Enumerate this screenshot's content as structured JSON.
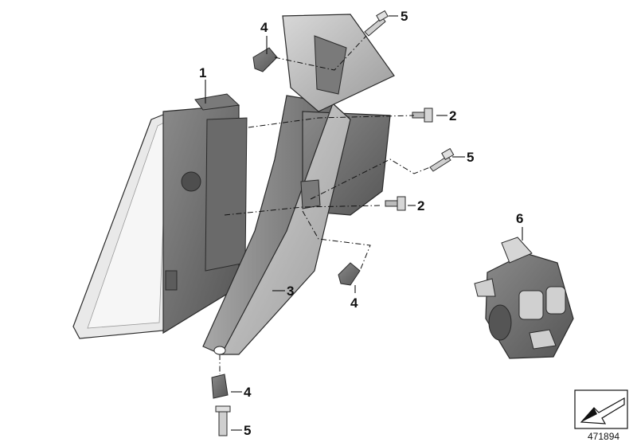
{
  "diagram": {
    "id_number": "471894",
    "callouts": [
      {
        "key": "c1",
        "text": "1"
      },
      {
        "key": "c2a",
        "text": "2"
      },
      {
        "key": "c2b",
        "text": "2"
      },
      {
        "key": "c3",
        "text": "3"
      },
      {
        "key": "c4a",
        "text": "4"
      },
      {
        "key": "c4b",
        "text": "4"
      },
      {
        "key": "c4c",
        "text": "4"
      },
      {
        "key": "c5a",
        "text": "5"
      },
      {
        "key": "c5b",
        "text": "5"
      },
      {
        "key": "c5c",
        "text": "5"
      },
      {
        "key": "c6",
        "text": "6"
      }
    ],
    "colors": {
      "part_dark": "#6e6e6e",
      "part_mid": "#8e8e8e",
      "part_light": "#bdbdbd",
      "part_highlight": "#e2e2e2",
      "outline": "#2a2a2a",
      "text": "#111111"
    }
  }
}
